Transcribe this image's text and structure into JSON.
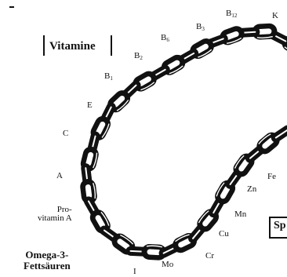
{
  "heading_vitamine": "Vitamine",
  "heading_sp": "Sp",
  "omega_line1": "Omega-3-",
  "omega_line2": "Fettsäuren",
  "vitamins": {
    "b12_main": "B",
    "b12_sub": "12",
    "b3_main": "B",
    "b3_sub": "3",
    "b6_main": "B",
    "b6_sub": "6",
    "b2_main": "B",
    "b2_sub": "2",
    "b1_main": "B",
    "b1_sub": "1",
    "k": "K",
    "e": "E",
    "c": "C",
    "a": "A",
    "provitamin_1": "Pro-",
    "provitamin_2": "vitamin A"
  },
  "minerals": {
    "fe": "Fe",
    "zn": "Zn",
    "mn": "Mn",
    "cu": "Cu",
    "cr": "Cr",
    "mo": "Mo",
    "i": "I"
  },
  "colors": {
    "ink": "#111111",
    "paper": "#ffffff"
  }
}
